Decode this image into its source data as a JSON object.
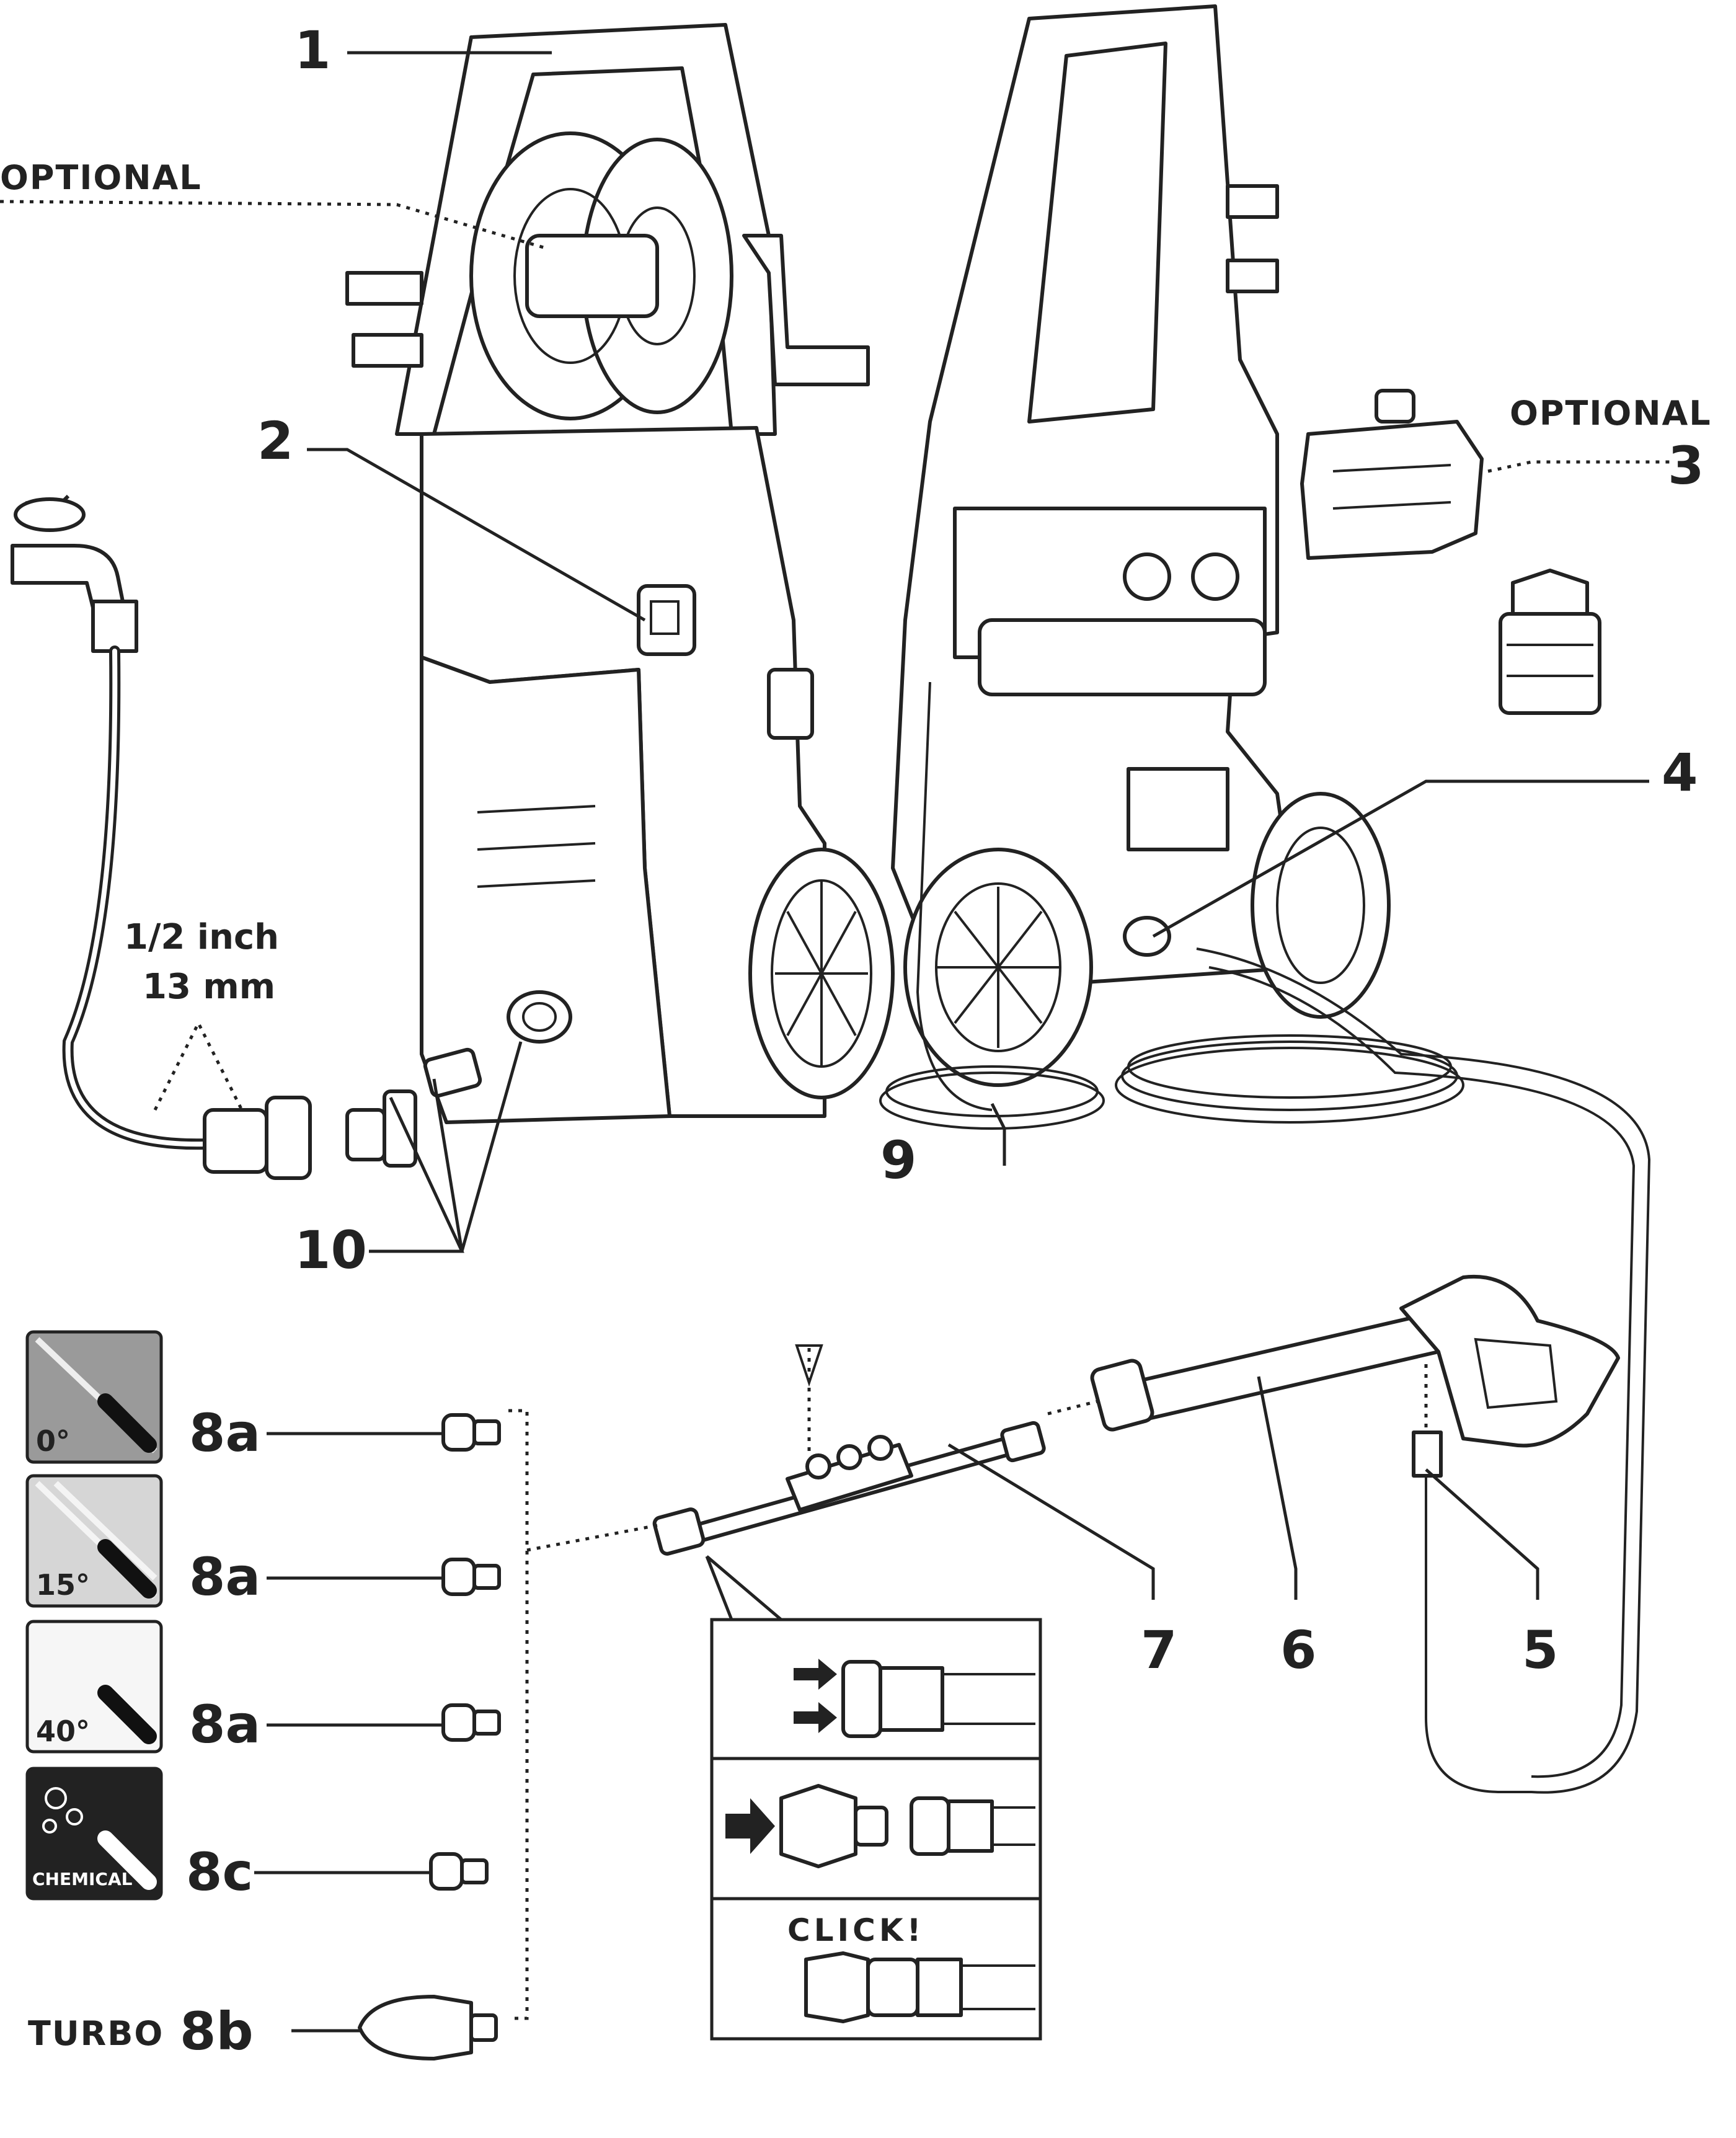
{
  "labels": {
    "l1": "1",
    "l2": "2",
    "l3": "3",
    "l4": "4",
    "l5": "5",
    "l6": "6",
    "l7": "7",
    "l9": "9",
    "l10": "10",
    "optional_left": "OPTIONAL",
    "optional_right": "OPTIONAL",
    "hose_size_inch": "1/2 inch",
    "hose_size_mm": "13 mm",
    "n8a_1": "8a",
    "n8a_2": "8a",
    "n8a_3": "8a",
    "n8c": "8c",
    "n8b": "8b",
    "turbo": "TURBO",
    "click": "CLICK!"
  },
  "nozzles": {
    "deg0": "0°",
    "deg15": "15°",
    "deg40": "40°",
    "chemical": "CHEMICAL"
  }
}
